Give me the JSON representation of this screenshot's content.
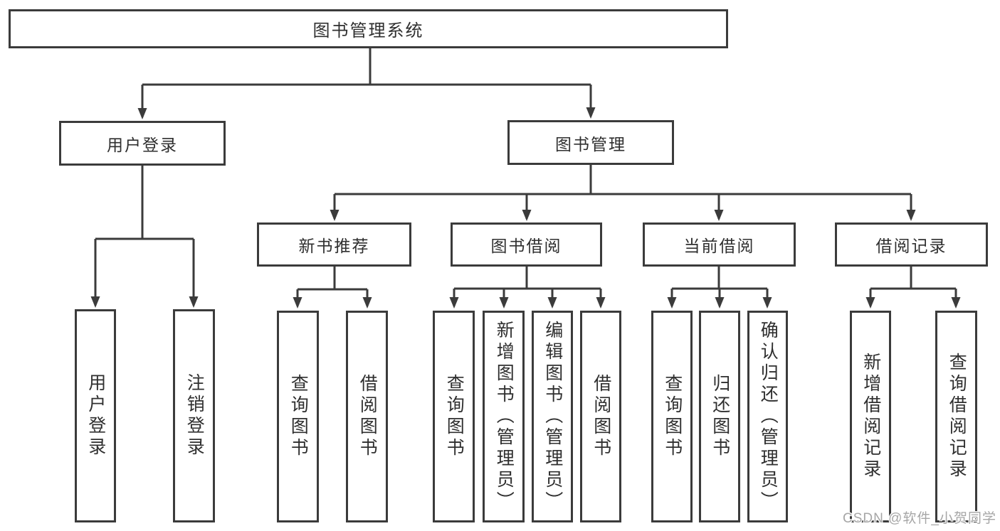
{
  "diagram": {
    "type": "hierarchy-tree",
    "title": "图书管理系统",
    "colors": {
      "line": "#3b3b3b",
      "text": "#2f2f2f",
      "background": "#ffffff",
      "watermark": "#a6a6a6"
    },
    "nodes": {
      "root": "图书管理系统",
      "user_login": "用户登录",
      "book_management": "图书管理",
      "new_book_recommend": "新书推荐",
      "book_borrow": "图书借阅",
      "current_borrow": "当前借阅",
      "borrow_records": "借阅记录",
      "user_login_leaf": "用户登录",
      "logout_leaf": "注销登录",
      "nbr_query_books": "查询图书",
      "nbr_borrow_books": "借阅图书",
      "bb_query_books": "查询图书",
      "bb_add_books_admin": "新增图书（管理员）",
      "bb_edit_books_admin": "编辑图书（管理员）",
      "bb_borrow_books": "借阅图书",
      "cb_query_books": "查询图书",
      "cb_return_books": "归还图书",
      "cb_confirm_return_admin": "确认归还（管理员）",
      "br_add_record": "新增借阅记录",
      "br_query_record": "查询借阅记录"
    },
    "watermark": "CSDN @软件_小贺同学"
  }
}
